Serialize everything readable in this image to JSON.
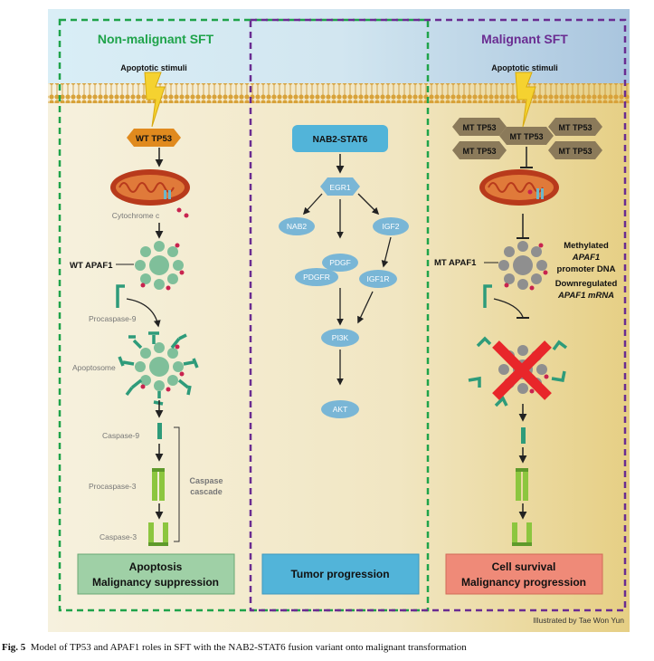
{
  "panels": {
    "left_title": "Non-malignant SFT",
    "right_title": "Malignant SFT"
  },
  "left": {
    "stimuli": "Apoptotic stimuli",
    "tp53": "WT TP53",
    "cytochrome": "Cytochrome c",
    "apaf1": "WT APAF1",
    "procaspase9": "Procaspase-9",
    "apoptosome": "Apoptosome",
    "caspase9": "Caspase-9",
    "procaspase3": "Procaspase-3",
    "caspase3": "Caspase-3",
    "cascade_line1": "Caspase",
    "cascade_line2": "cascade",
    "outcome_line1": "Apoptosis",
    "outcome_line2": "Malignancy suppression"
  },
  "middle": {
    "fusion": "NAB2-STAT6",
    "egr1": "EGR1",
    "nab2": "NAB2",
    "igf2": "IGF2",
    "pdgf": "PDGF",
    "pdgfr": "PDGFR",
    "igf1r": "IGF1R",
    "pi3k": "PI3K",
    "akt": "AKT",
    "outcome": "Tumor progression"
  },
  "right": {
    "stimuli": "Apoptotic stimuli",
    "mt_tp53": "MT TP53",
    "apaf1": "MT APAF1",
    "methylated_1": "Methylated",
    "methylated_2": "APAF1",
    "methylated_3": "promoter DNA",
    "downreg_1": "Downregulated",
    "downreg_2": "APAF1 mRNA",
    "outcome_line1": "Cell survival",
    "outcome_line2": "Malignancy progression"
  },
  "credit": "Illustrated by Tae Won Yun",
  "caption": {
    "label": "Fig. 5",
    "text": "Model of TP53 and APAF1 roles in SFT with the NAB2-STAT6 fusion variant onto malignant transformation"
  },
  "colors": {
    "green_border": "#1fa34a",
    "purple_border": "#6a2c91",
    "tp53_orange": "#e08a1e",
    "mt_tp53_brown": "#8b7a5a",
    "apaf1_green": "#7fbf9a",
    "apaf1_gray": "#8f8f8f",
    "blue_node": "#79b6d6",
    "box_green": "#9fd0a6",
    "box_blue": "#52b4d9",
    "box_red": "#ef8a78",
    "red_x": "#e8262a"
  }
}
